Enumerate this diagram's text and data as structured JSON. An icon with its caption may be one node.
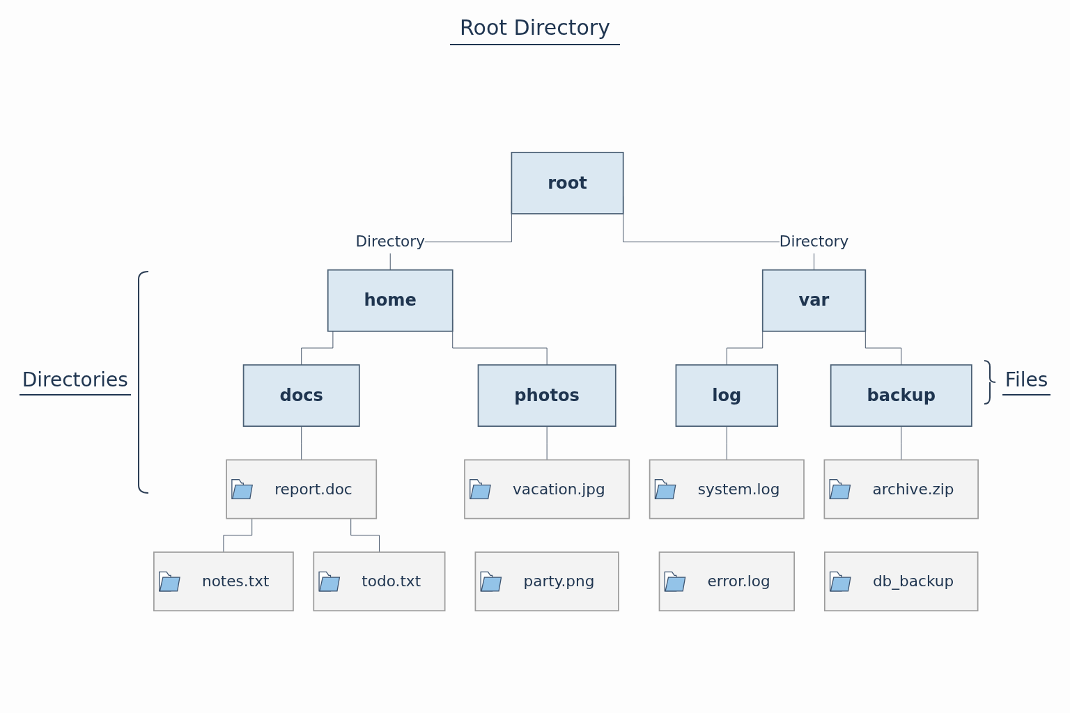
{
  "diagram": {
    "title": "Root Directory",
    "nodes": [
      {
        "text": [
          "root"
        ]
      },
      {
        "text": [
          "home"
        ]
      },
      {
        "text": [
          "var"
        ]
      },
      {
        "text": [
          "docs"
        ]
      },
      {
        "text": [
          "photos"
        ]
      },
      {
        "text": [
          "log"
        ]
      },
      {
        "text": [
          "backup"
        ]
      },
      {
        "text": [
          "report.doc"
        ]
      },
      {
        "text": [
          "notes.txt"
        ]
      },
      {
        "text": [
          "todo.txt"
        ]
      },
      {
        "text": [
          "vacation.jpg"
        ]
      },
      {
        "text": [
          "party.png"
        ]
      },
      {
        "text": [
          "system.log"
        ]
      },
      {
        "text": [
          "error.log"
        ]
      },
      {
        "text": [
          "archive.zip"
        ]
      },
      {
        "text": [
          "db_backup"
        ]
      }
    ],
    "edges": [
      {
        "from": 0,
        "to": 1,
        "arrow": "none",
        "label": "Directory"
      },
      {
        "from": 0,
        "to": 2,
        "arrow": "none",
        "label": "Directory"
      },
      {
        "from": 1,
        "to": 3,
        "arrow": "none"
      },
      {
        "from": 1,
        "to": 4,
        "arrow": "none"
      },
      {
        "from": 2,
        "to": 5,
        "arrow": "none"
      },
      {
        "from": 2,
        "to": 6,
        "arrow": "none"
      },
      {
        "from": 3,
        "to": 7,
        "arrow": "none"
      },
      {
        "from": 7,
        "to": 8,
        "arrow": "none"
      },
      {
        "from": 7,
        "to": 9,
        "arrow": "none"
      },
      {
        "from": 4,
        "to": 10,
        "arrow": "none"
      },
      {
        "from": 5,
        "to": 12,
        "arrow": "none"
      },
      {
        "from": 6,
        "to": 14,
        "arrow": "none"
      }
    ],
    "labels": [
      "Directories",
      "Files"
    ]
  }
}
